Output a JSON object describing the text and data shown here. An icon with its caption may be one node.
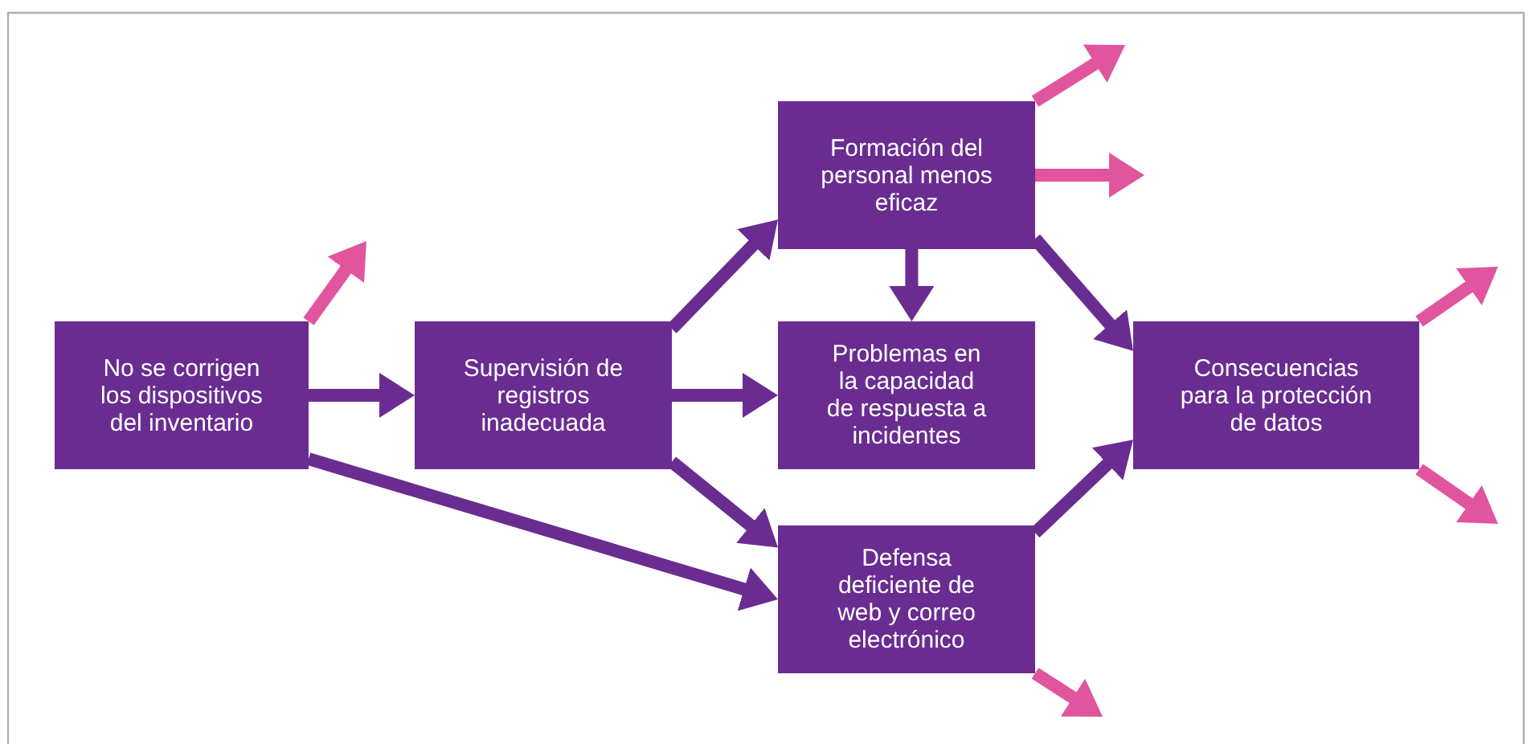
{
  "diagram": {
    "nodes": [
      {
        "text": [
          "No se corrigen los dispositivos del inventario"
        ]
      },
      {
        "text": [
          "Supervisión de registros inadecuada"
        ]
      },
      {
        "text": [
          "Formación del personal menos eficaz"
        ]
      },
      {
        "text": [
          "Problemas en la capacidad de respuesta a incidentes"
        ]
      },
      {
        "text": [
          "Defensa deficiente de web y correo electrónico"
        ]
      },
      {
        "text": [
          "Consecuencias para la protección de datos"
        ]
      }
    ],
    "edges": [
      {
        "from": 0,
        "to": 1,
        "arrow": "to"
      },
      {
        "from": 0,
        "to": 4,
        "arrow": "to"
      },
      {
        "from": 1,
        "to": 2,
        "arrow": "to"
      },
      {
        "from": 1,
        "to": 3,
        "arrow": "to"
      },
      {
        "from": 1,
        "to": 4,
        "arrow": "to"
      },
      {
        "from": 2,
        "to": 3,
        "arrow": "to"
      },
      {
        "from": 2,
        "to": 5,
        "arrow": "to"
      },
      {
        "from": 4,
        "to": 5,
        "arrow": "to"
      },
      {
        "from": 0,
        "to": null,
        "arrow": "to",
        "color": "#e0559e"
      },
      {
        "from": 2,
        "to": null,
        "arrow": "to",
        "color": "#e0559e"
      },
      {
        "from": 2,
        "to": null,
        "arrow": "to",
        "color": "#e0559e"
      },
      {
        "from": 4,
        "to": null,
        "arrow": "to",
        "color": "#e0559e"
      },
      {
        "from": 5,
        "to": null,
        "arrow": "to",
        "color": "#e0559e"
      },
      {
        "from": 5,
        "to": null,
        "arrow": "to",
        "color": "#e0559e"
      }
    ]
  }
}
